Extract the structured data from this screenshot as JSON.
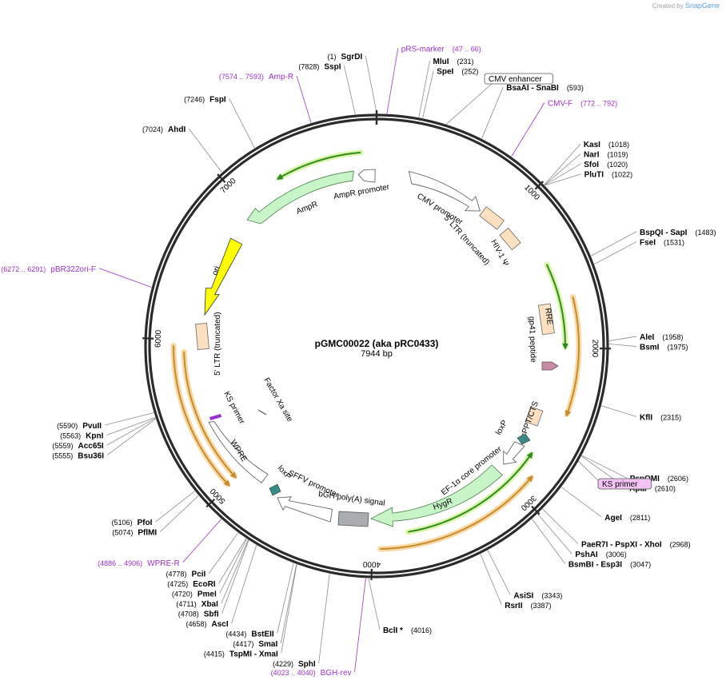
{
  "brand": {
    "created_by": "Created by",
    "name": "SnapGene"
  },
  "map": {
    "name": "pGMC00022 (aka pRC0433)",
    "length_label": "7944 bp",
    "length": 7944,
    "ticks": [
      "1000",
      "2000",
      "3000",
      "4000",
      "5000",
      "6000",
      "7000"
    ],
    "tick_positions": [
      1000,
      2000,
      3000,
      4000,
      5000,
      6000,
      7000
    ]
  },
  "sites": [
    {
      "name": "SgrDI",
      "pos": "(1)",
      "bp": 1,
      "side": "left"
    },
    {
      "name": "SspI",
      "pos": "(7828)",
      "bp": 7828,
      "side": "left"
    },
    {
      "name": "MluI",
      "pos": "(231)",
      "bp": 231,
      "side": "right"
    },
    {
      "name": "SpeI",
      "pos": "(252)",
      "bp": 252,
      "side": "right"
    },
    {
      "name": "BsaAI - SnaBI",
      "pos": "(593)",
      "bp": 593,
      "side": "right"
    },
    {
      "name": "KasI",
      "pos": "(1018)",
      "bp": 1018,
      "side": "right"
    },
    {
      "name": "NarI",
      "pos": "(1019)",
      "bp": 1019,
      "side": "right"
    },
    {
      "name": "SfoI",
      "pos": "(1020)",
      "bp": 1020,
      "side": "right"
    },
    {
      "name": "PluTI",
      "pos": "(1022)",
      "bp": 1022,
      "side": "right"
    },
    {
      "name": "BspQI - SapI",
      "pos": "(1483)",
      "bp": 1483,
      "side": "right"
    },
    {
      "name": "FseI",
      "pos": "(1531)",
      "bp": 1531,
      "side": "right"
    },
    {
      "name": "AleI",
      "pos": "(1958)",
      "bp": 1958,
      "side": "right"
    },
    {
      "name": "BsmI",
      "pos": "(1975)",
      "bp": 1975,
      "side": "right"
    },
    {
      "name": "KflI",
      "pos": "(2315)",
      "bp": 2315,
      "side": "right"
    },
    {
      "name": "PspOMI",
      "pos": "(2606)",
      "bp": 2606,
      "side": "right"
    },
    {
      "name": "ApaI",
      "pos": "(2610)",
      "bp": 2610,
      "side": "right"
    },
    {
      "name": "AgeI",
      "pos": "(2811)",
      "bp": 2811,
      "side": "right"
    },
    {
      "name": "PaeR7I - PspXI - XhoI",
      "pos": "(2968)",
      "bp": 2968,
      "side": "right"
    },
    {
      "name": "PshAI",
      "pos": "(3006)",
      "bp": 3006,
      "side": "right"
    },
    {
      "name": "BsmBI - Esp3I",
      "pos": "(3047)",
      "bp": 3047,
      "side": "right"
    },
    {
      "name": "AsiSI",
      "pos": "(3343)",
      "bp": 3343,
      "side": "right"
    },
    {
      "name": "RsrII",
      "pos": "(3387)",
      "bp": 3387,
      "side": "right"
    },
    {
      "name": "BclI *",
      "pos": "(4016)",
      "bp": 4016,
      "side": "right"
    },
    {
      "name": "SphI",
      "pos": "(4229)",
      "bp": 4229,
      "side": "left"
    },
    {
      "name": "TspMI - XmaI",
      "pos": "(4415)",
      "bp": 4415,
      "side": "left"
    },
    {
      "name": "SmaI",
      "pos": "(4417)",
      "bp": 4417,
      "side": "left"
    },
    {
      "name": "BstEII",
      "pos": "(4434)",
      "bp": 4434,
      "side": "left"
    },
    {
      "name": "AscI",
      "pos": "(4658)",
      "bp": 4658,
      "side": "left"
    },
    {
      "name": "SbfI",
      "pos": "(4708)",
      "bp": 4708,
      "side": "left"
    },
    {
      "name": "XbaI",
      "pos": "(4711)",
      "bp": 4711,
      "side": "left"
    },
    {
      "name": "PmeI",
      "pos": "(4720)",
      "bp": 4720,
      "side": "left"
    },
    {
      "name": "EcoRI",
      "pos": "(4725)",
      "bp": 4725,
      "side": "left"
    },
    {
      "name": "PciI",
      "pos": "(4778)",
      "bp": 4778,
      "side": "left"
    },
    {
      "name": "PflMI",
      "pos": "(5074)",
      "bp": 5074,
      "side": "left"
    },
    {
      "name": "PfoI",
      "pos": "(5106)",
      "bp": 5106,
      "side": "left"
    },
    {
      "name": "Bsu36I",
      "pos": "(5555)",
      "bp": 5555,
      "side": "left"
    },
    {
      "name": "Acc65I",
      "pos": "(5559)",
      "bp": 5559,
      "side": "left"
    },
    {
      "name": "KpnI",
      "pos": "(5563)",
      "bp": 5563,
      "side": "left"
    },
    {
      "name": "PvuII",
      "pos": "(5590)",
      "bp": 5590,
      "side": "left"
    },
    {
      "name": "AhdI",
      "pos": "(7024)",
      "bp": 7024,
      "side": "left"
    },
    {
      "name": "FspI",
      "pos": "(7246)",
      "bp": 7246,
      "side": "left"
    }
  ],
  "primers": [
    {
      "name": "pRS-marker",
      "pos": "(47 .. 66)",
      "bp": 56,
      "side": "right"
    },
    {
      "name": "CMV-F",
      "pos": "(772 .. 792)",
      "bp": 782,
      "side": "right"
    },
    {
      "name": "BGH-rev",
      "pos": "(4023 .. 4040)",
      "bp": 4031,
      "side": "left"
    },
    {
      "name": "WPRE-R",
      "pos": "(4886 .. 4906)",
      "bp": 4896,
      "side": "left"
    },
    {
      "name": "pBR322ori-F",
      "pos": "(6272 .. 6291)",
      "bp": 6281,
      "side": "left"
    },
    {
      "name": "Amp-R",
      "pos": "(7574 .. 7593)",
      "bp": 7583,
      "side": "left"
    }
  ],
  "boxed_labels": [
    {
      "name": "CMV enhancer",
      "bp": 380,
      "highlight": false
    },
    {
      "name": "KS primer",
      "bp": 2640,
      "highlight": true
    }
  ],
  "feature_labels": {
    "cmv_promoter": "CMV promoter",
    "ltr5_trunc": "5' LTR (truncated)",
    "hiv_psi": "HIV-1 Ψ",
    "rre": "RRE",
    "gp41": "gp41 peptide",
    "cppt": "cPPT/CTS",
    "loxp_right": "loxP",
    "ef1a": "EF-1α core promoter",
    "hygr": "HygR",
    "bgh_polya": "bGH poly(A) signal",
    "sffv": "SFFV promoter",
    "loxp_left": "loxP",
    "wpre": "WPRE",
    "ks_primer_inner": "KS primer",
    "factor_xa": "Factor Xa site",
    "ltr5_left": "5' LTR (truncated)",
    "ori": "ori",
    "ampr": "AmpR",
    "ampr_promoter": "AmpR promoter"
  },
  "colors": {
    "backbone": "#2b2b2b",
    "enzyme_line": "#8c8c8c",
    "primer": "#9a32cd",
    "orf_green": "#c8f5c8",
    "orf_green_stroke": "#4a7f4a",
    "ori_yellow": "#ffff00",
    "ltr_peach": "#fde0c0",
    "orange_arrow": "#c98a2a",
    "orange_glow": "#f7d9a6",
    "green_arrow": "#2e8b20",
    "green_glow": "#d9f5a8",
    "loxp_teal": "#3a8a8a",
    "polya_gray": "#a9adb2",
    "gp41_mauve": "#c98aa6",
    "ks_box": "#f3c4f3"
  }
}
